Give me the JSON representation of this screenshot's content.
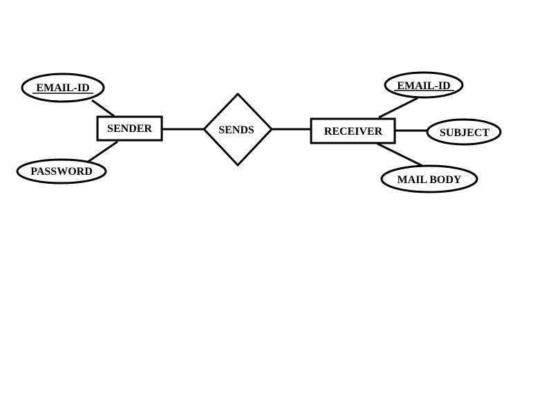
{
  "diagram": {
    "entities": {
      "sender": "SENDER",
      "receiver": "RECEIVER"
    },
    "relationship": "SENDS",
    "sender_attributes": {
      "email_id": "EMAIL-ID",
      "password": "PASSWORD"
    },
    "receiver_attributes": {
      "email_id": "EMAIL-ID",
      "subject": "SUBJECT",
      "mail_body": "MAIL BODY"
    },
    "key_attributes": [
      "EMAIL-ID"
    ],
    "colors": {
      "stroke": "#000000",
      "background": "#ffffff"
    }
  }
}
